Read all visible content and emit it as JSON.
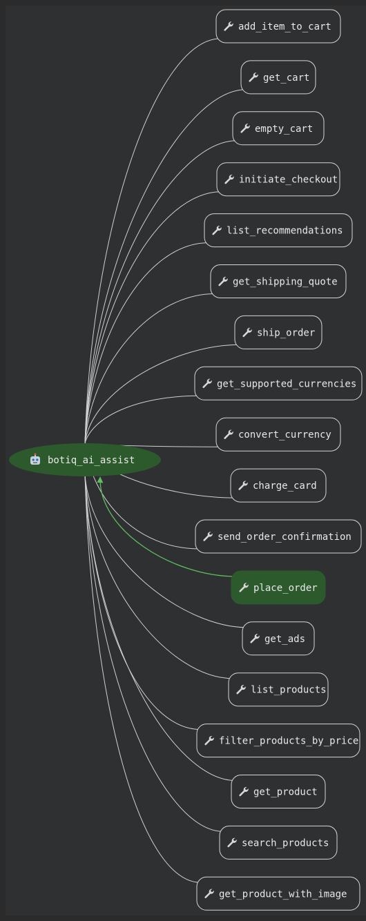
{
  "agent": {
    "label": "botiq_ai_assist",
    "icon": "robot-icon",
    "fill": "#2d5a2d"
  },
  "colors": {
    "background": "#2f3032",
    "edge": "#d0d0d0",
    "active_edge": "#5fbf5f",
    "active_node": "#2d5a2d",
    "node_stroke": "#d6d6d6",
    "text": "#e8e8e8"
  },
  "tool_icon": "wrench-icon",
  "tools": [
    {
      "label": "add_item_to_cart"
    },
    {
      "label": "get_cart"
    },
    {
      "label": "empty_cart"
    },
    {
      "label": "initiate_checkout"
    },
    {
      "label": "list_recommendations"
    },
    {
      "label": "get_shipping_quote"
    },
    {
      "label": "ship_order"
    },
    {
      "label": "get_supported_currencies"
    },
    {
      "label": "convert_currency"
    },
    {
      "label": "charge_card"
    },
    {
      "label": "send_order_confirmation"
    },
    {
      "label": "place_order",
      "active": true
    },
    {
      "label": "get_ads"
    },
    {
      "label": "list_products"
    },
    {
      "label": "filter_products_by_price"
    },
    {
      "label": "get_product"
    },
    {
      "label": "search_products"
    },
    {
      "label": "get_product_with_image"
    }
  ]
}
